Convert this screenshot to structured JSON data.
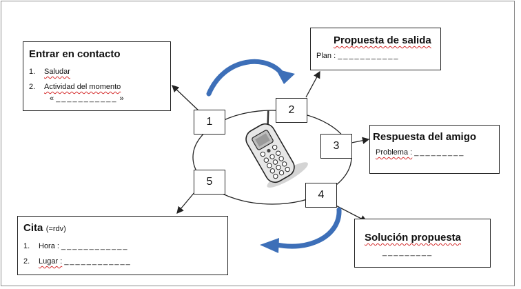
{
  "steps": [
    "1",
    "2",
    "3",
    "4",
    "5"
  ],
  "boxes": {
    "contacto": {
      "title": "Entrar en contacto",
      "items": [
        {
          "n": "1.",
          "text": "Saludar"
        },
        {
          "n": "2.",
          "text": "Actividad del momento"
        }
      ],
      "quote_open": "«",
      "blank": "___________",
      "quote_close": "»"
    },
    "salida": {
      "title": "Propuesta de salida",
      "label": "Plan :",
      "blank": "___________"
    },
    "respuesta": {
      "title": "Respuesta del amigo",
      "label": "Problema :",
      "blank": "_________"
    },
    "solucion": {
      "title": "Solución propuesta",
      "blank": "_________"
    },
    "cita": {
      "title": "Cita",
      "note": "(=rdv)",
      "items": [
        {
          "n": "1.",
          "label": "Hora :",
          "blank": "____________"
        },
        {
          "n": "2.",
          "label": "Lugar :",
          "blank": "____________"
        }
      ]
    }
  },
  "colors": {
    "curved_arrow": "#3d6fb8",
    "border": "#222222",
    "spellcheck": "#d42a2a"
  },
  "icons": [
    "mobile-phone-icon"
  ]
}
